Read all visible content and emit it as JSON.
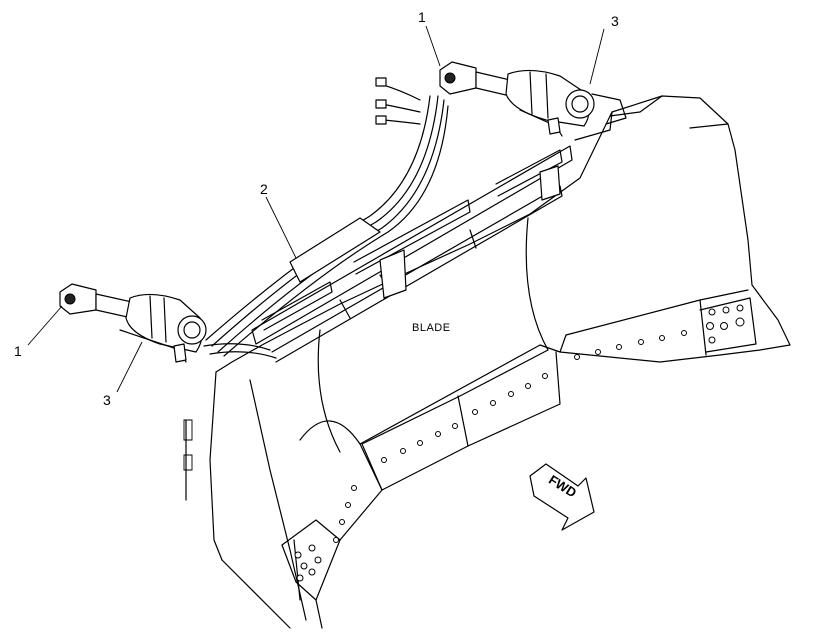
{
  "callouts": {
    "left_cylinder_end": "1",
    "left_cylinder": "3",
    "hose_group": "2",
    "right_cylinder_end": "1",
    "right_cylinder": "3"
  },
  "blade_label": "BLADE",
  "fwd_label": "FWD"
}
